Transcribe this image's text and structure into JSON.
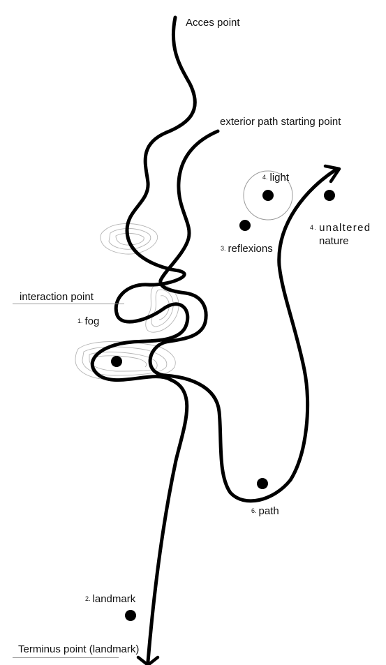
{
  "labels": {
    "access_point": "Acces point",
    "exterior_path_start": "exterior path starting point",
    "light_number": "4.",
    "light": "light",
    "unaltered_number": "4.",
    "unaltered_line1": "unaltered",
    "unaltered_line2": "nature",
    "reflexions_number": "3.",
    "reflexions": "reflexions",
    "interaction_point": "interaction point",
    "fog_number": "1.",
    "fog": "fog",
    "path_number": "6.",
    "path": "path",
    "landmark_number": "2.",
    "landmark": "landmark",
    "terminus_point": "Terminus point (landmark)"
  },
  "colors": {
    "stroke": "#000000",
    "fog_lines": "#b5b5b5",
    "rule": "#9a9a9a",
    "background": "#ffffff"
  }
}
